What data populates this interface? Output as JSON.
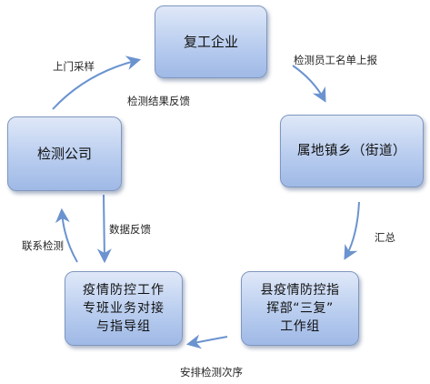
{
  "nodes": {
    "fugong": "复工企业",
    "shudi": "属地镇乡（街道）",
    "xian_lines": [
      "县疫情防控指",
      "挥部“三复”",
      "工作组"
    ],
    "zhuanban_lines": [
      "疫情防控工作",
      "专班业务对接",
      "与指导组"
    ],
    "jiance": "检测公司"
  },
  "edges": {
    "jiance_to_fugong": "上门采样",
    "fugong_to_shudi": "检测员工名单上报",
    "shudi_to_xian": "汇总",
    "xian_to_zhuanban": "安排检测次序",
    "zhuanban_to_jiance": "联系检测",
    "fugong_feedback": "检测结果反馈",
    "data_feedback": "数据反馈"
  },
  "colors": {
    "arrow": "#6b93cf",
    "node_border": "#7f97bf",
    "node_fill_top": "#dfe8f8",
    "node_fill_bottom": "#9fb9e6"
  }
}
